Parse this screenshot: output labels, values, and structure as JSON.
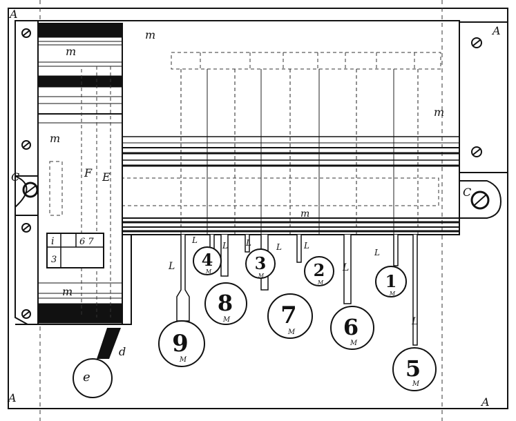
{
  "corner_labels": [
    "A",
    "A",
    "A",
    "A"
  ],
  "part_labels": {
    "m": "m",
    "F": "F",
    "E": "E",
    "C": "C",
    "d": "d",
    "e": "e",
    "L": "L"
  },
  "register_window": {
    "top_left": "i",
    "top_right": "6 7",
    "bottom_left": "3"
  },
  "keys": [
    {
      "number": "4",
      "sub": "M"
    },
    {
      "number": "3",
      "sub": "M"
    },
    {
      "number": "2",
      "sub": "M"
    },
    {
      "number": "1",
      "sub": "M"
    },
    {
      "number": "8",
      "sub": "M"
    },
    {
      "number": "7",
      "sub": "M"
    },
    {
      "number": "6",
      "sub": "M"
    },
    {
      "number": "9",
      "sub": "M"
    },
    {
      "number": "5",
      "sub": "M"
    }
  ]
}
